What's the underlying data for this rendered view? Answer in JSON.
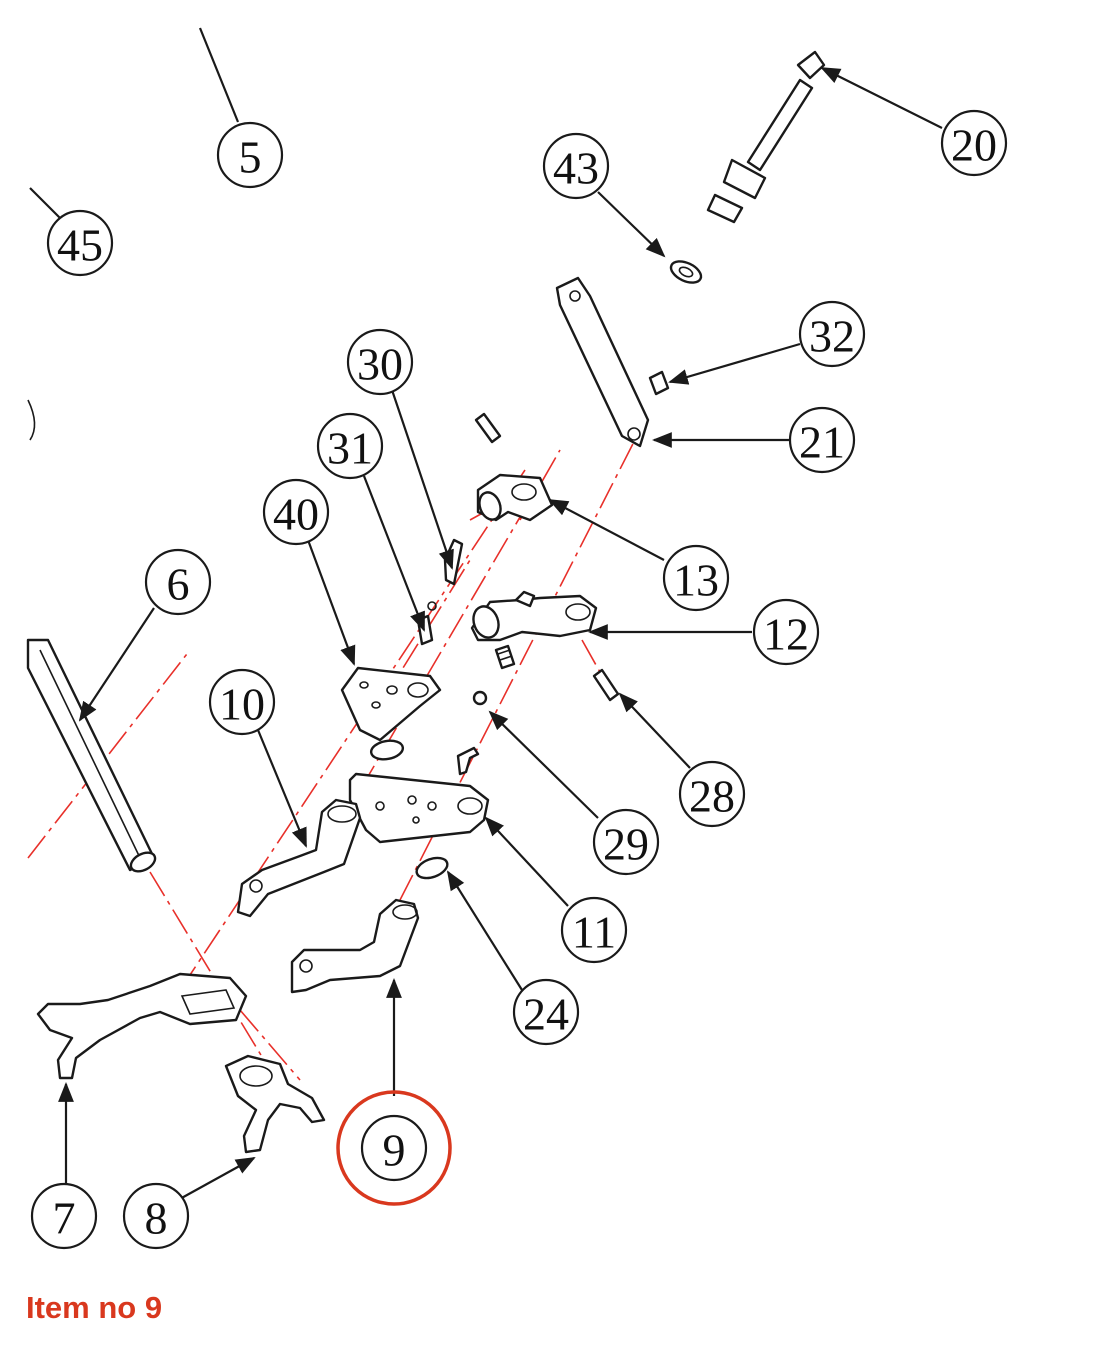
{
  "caption": "Item no 9",
  "highlight_color": "#d9381e",
  "axis_color": "#e8302a",
  "callouts": {
    "c5": "5",
    "c45": "45",
    "c43": "43",
    "c20": "20",
    "c32": "32",
    "c21": "21",
    "c30": "30",
    "c31": "31",
    "c40": "40",
    "c13": "13",
    "c12": "12",
    "c6": "6",
    "c10": "10",
    "c28": "28",
    "c29": "29",
    "c11": "11",
    "c24": "24",
    "c9": "9",
    "c7": "7",
    "c8": "8"
  },
  "highlighted_item": "9"
}
